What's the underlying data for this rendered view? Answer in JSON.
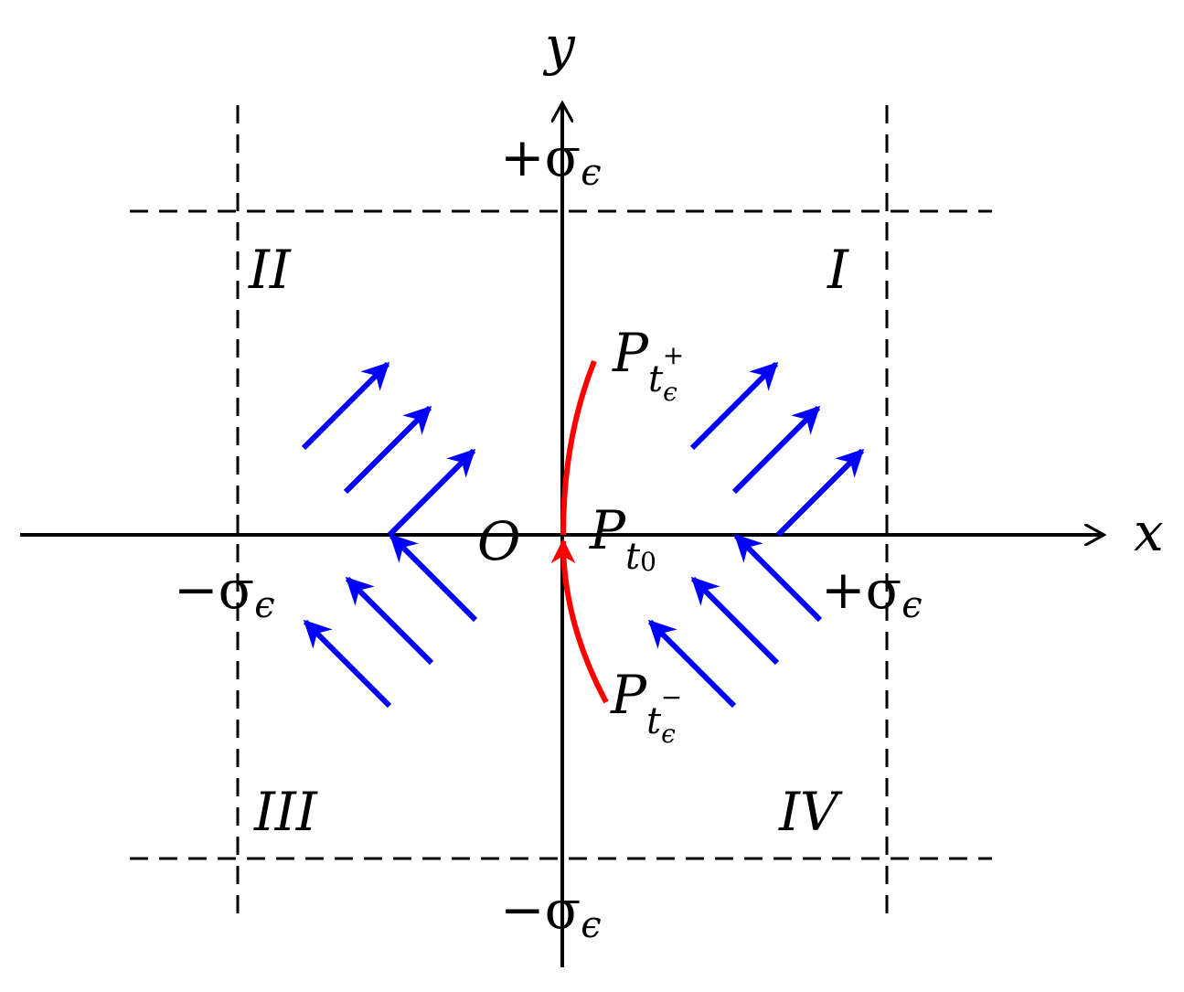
{
  "axes": {
    "x_label": "x",
    "y_label": "y",
    "origin_label": "O"
  },
  "bounds": {
    "y_plus": "+σ",
    "y_plus_sub": "ϵ",
    "y_minus": "−σ",
    "y_minus_sub": "ϵ",
    "x_plus": "+σ",
    "x_plus_sub": "ϵ",
    "x_minus": "−σ",
    "x_minus_sub": "ϵ"
  },
  "quadrants": {
    "q1": "I",
    "q2": "II",
    "q3": "III",
    "q4": "IV"
  },
  "points": {
    "p_plus": {
      "base": "P",
      "sub": "t",
      "subsub": "ϵ",
      "sup": "+"
    },
    "p_zero": {
      "base": "P",
      "sub": "t",
      "subsub": "0"
    },
    "p_minus": {
      "base": "P",
      "sub": "t",
      "subsub": "ϵ",
      "sup": "−"
    }
  },
  "colors": {
    "axis": "#000000",
    "trajectory": "#ff0000",
    "flow": "#0000ff"
  }
}
